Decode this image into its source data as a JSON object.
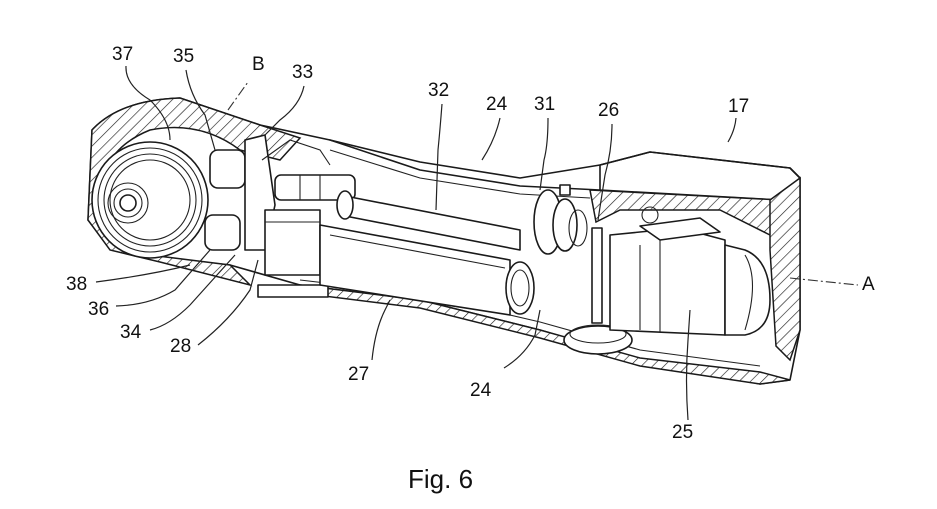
{
  "figure": {
    "caption": "Fig. 6",
    "labels": {
      "l37": "37",
      "l35": "35",
      "lB": "B",
      "l33": "33",
      "l32": "32",
      "l24_top": "24",
      "l31": "31",
      "l26": "26",
      "l17": "17",
      "lA": "A",
      "l38": "38",
      "l36": "36",
      "l34": "34",
      "l28": "28",
      "l27": "27",
      "l24_bottom": "24",
      "l25": "25"
    },
    "axes": [
      "A",
      "B"
    ],
    "ink_color": "#1a1a1a",
    "background": "#ffffff"
  }
}
